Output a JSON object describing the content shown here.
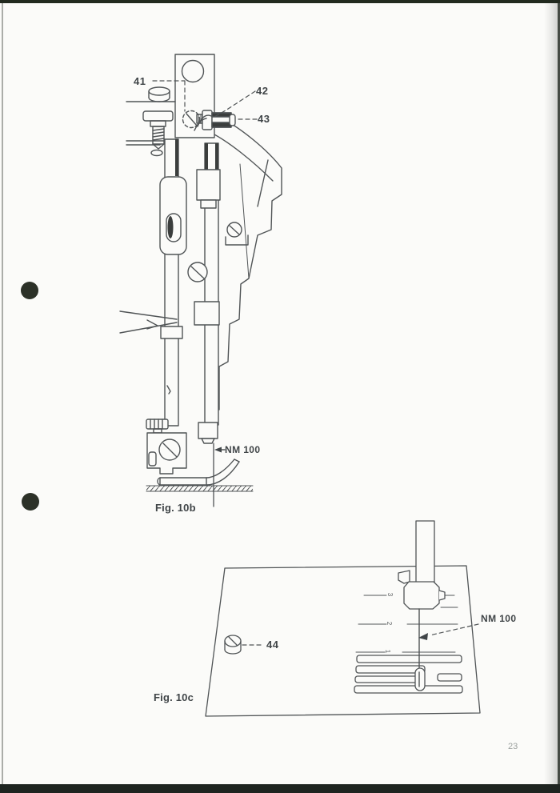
{
  "page": {
    "number": "23"
  },
  "fig10b": {
    "caption": "Fig. 10b",
    "callouts": [
      {
        "label": "41"
      },
      {
        "label": "42"
      },
      {
        "label": "43"
      }
    ],
    "needle_label": "NM 100"
  },
  "fig10c": {
    "caption": "Fig. 10c",
    "callouts": [
      {
        "label": "44"
      }
    ],
    "needle_label": "NM 100",
    "plate_guides": [
      "3",
      "2",
      "1"
    ]
  },
  "icons": {
    "punch_holes": "binder-hole-icon"
  },
  "colors": {
    "paper": "#fbfbf9",
    "ink": "#505456",
    "label_text": "#404548",
    "edge_strip": "#222a1f",
    "punch_hole": "#2c3128"
  }
}
